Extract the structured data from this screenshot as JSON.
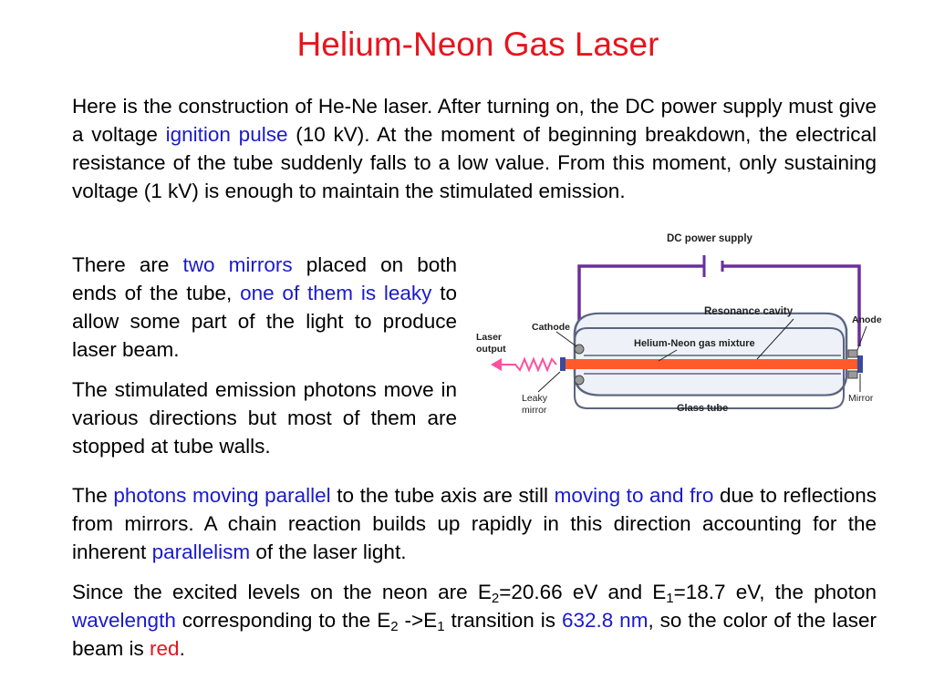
{
  "title": "Helium-Neon Gas Laser",
  "p1": {
    "t1": "Here is the construction of He-Ne laser. After turning on, the DC power supply must give a voltage ",
    "h1": "ignition pulse",
    "t2": " (10 kV). At the moment of beginning breakdown, the electrical resistance of the tube suddenly falls to a low value. From this moment, only sustaining voltage (1 kV) is enough to maintain the stimulated emission."
  },
  "p2": {
    "t1": "There are ",
    "h1": "two mirrors",
    "t2": " placed on both ends of the tube, ",
    "h2": "one of them is leaky",
    "t3": " to allow some part of the light to produce laser beam."
  },
  "p3": {
    "t1": "The stimulated emission photons move in various directions but most of them are stopped at tube walls."
  },
  "p4": {
    "t1": "The ",
    "h1": "photons moving parallel",
    "t2": " to the tube axis are still ",
    "h2": "moving to and fro",
    "t3": " due to reflections from mirrors. A chain reaction builds up rapidly in this direction accounting for the inherent ",
    "h3": "parallelism",
    "t4": " of the laser light."
  },
  "p5": {
    "t1": "Since the excited levels on the neon are E",
    "s1": "2",
    "t2": "=20.66 eV and E",
    "s2": "1",
    "t3": "=18.7 eV, the photon ",
    "h1": "wavelength",
    "t4": " corresponding to the E",
    "s3": "2",
    "t5": " ->E",
    "s4": "1",
    "t6": " transition is ",
    "h2": "632.8 nm",
    "t7": ", so the color of the laser beam is ",
    "h3": "red",
    "t8": "."
  },
  "diagram": {
    "dc_power_supply": "DC power supply",
    "resonance_cavity": "Resonance cavity",
    "cathode": "Cathode",
    "anode": "Anode",
    "laser_output_1": "Laser",
    "laser_output_2": "output",
    "gas_mixture": "Helium-Neon gas mixture",
    "leaky_mirror_1": "Leaky",
    "leaky_mirror_2": "mirror",
    "glass_tube": "Glass tube",
    "mirror": "Mirror"
  },
  "colors": {
    "title": "#e8141c",
    "highlight_blue": "#1a1acc",
    "highlight_red": "#e8141c",
    "circuit_wire": "#6a2ea0",
    "laser_beam": "#ff5a2a"
  }
}
